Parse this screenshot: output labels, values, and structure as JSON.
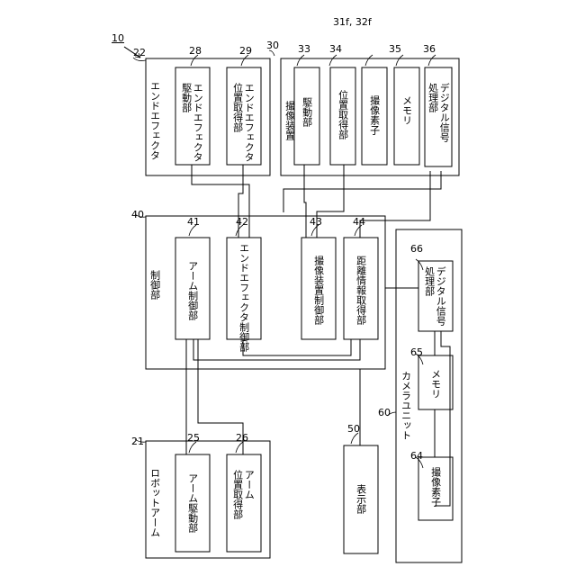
{
  "figure": {
    "ref": "10"
  },
  "blocks": {
    "end_effector": {
      "ref": "22",
      "label": "エンドエフェクタ"
    },
    "ee_drive": {
      "ref": "28",
      "label": [
        "エンドエフェクタ",
        "駆動部"
      ]
    },
    "ee_pos": {
      "ref": "29",
      "label": [
        "エンドエフェクタ",
        "位置取得部"
      ]
    },
    "imaging_device": {
      "ref": "30",
      "label": "撮像装置"
    },
    "drive": {
      "ref": "33",
      "label": "駆動部"
    },
    "pos_acq": {
      "ref": "34",
      "label": "位置取得部"
    },
    "imaging_element": {
      "ref": "31f, 32f",
      "label": "撮像素子"
    },
    "memory": {
      "ref": "35",
      "label": "メモリ"
    },
    "dsp": {
      "ref": "36",
      "label": [
        "デジタル信号",
        "処理部"
      ]
    },
    "control": {
      "ref": "40",
      "label": "制御部"
    },
    "arm_ctrl": {
      "ref": "41",
      "label": "アーム制御部"
    },
    "ee_ctrl": {
      "ref": "42",
      "label": "エンドエフェクタ制御部"
    },
    "img_ctrl": {
      "ref": "43",
      "label": "撮像装置制御部"
    },
    "dist_info": {
      "ref": "44",
      "label": "距離情報取得部"
    },
    "camera_unit": {
      "ref": "60",
      "label": "カメラユニット"
    },
    "cu_dsp": {
      "ref": "66",
      "label": [
        "デジタル信号",
        "処理部"
      ]
    },
    "cu_memory": {
      "ref": "65",
      "label": "メモリ"
    },
    "cu_sensor": {
      "ref": "64",
      "label": "撮像素子"
    },
    "robot_arm": {
      "ref": "21",
      "label": "ロボットアーム"
    },
    "arm_drive": {
      "ref": "25",
      "label": "アーム駆動部"
    },
    "arm_pos": {
      "ref": "26",
      "label": [
        "アーム",
        "位置取得部"
      ]
    },
    "display": {
      "ref": "50",
      "label": "表示部"
    }
  }
}
